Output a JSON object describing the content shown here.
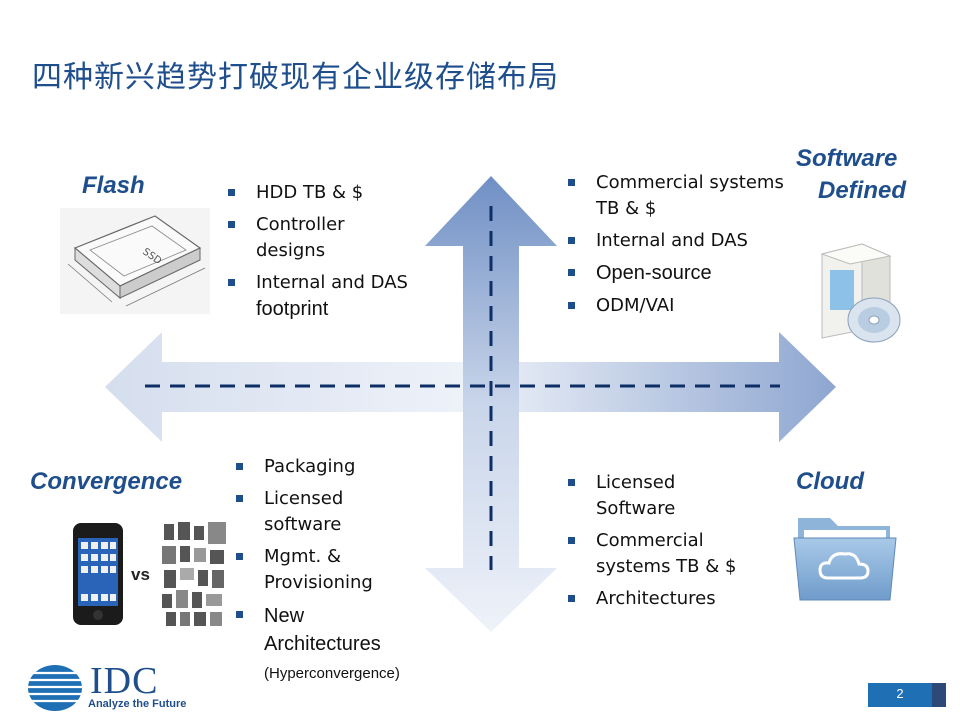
{
  "title": "四种新兴趋势打破现有企业级存储布局",
  "quadrants": {
    "top_left": {
      "label": "Flash",
      "bullets": [
        {
          "line1": "HDD TB & $",
          "line2": ""
        },
        {
          "line1": "Controller",
          "line2": "designs"
        },
        {
          "line1": "Internal and DAS",
          "line2": "footprint"
        }
      ]
    },
    "top_right": {
      "label_line1": "Software",
      "label_line2": "Defined",
      "bullets": [
        {
          "line1": "Commercial systems",
          "line2": "TB & $"
        },
        {
          "line1": "Internal and DAS",
          "line2": ""
        },
        {
          "line1": "Open-source",
          "line2": ""
        },
        {
          "line1": "ODM/VAI",
          "line2": ""
        }
      ]
    },
    "bottom_left": {
      "label": "Convergence",
      "vs": "vs",
      "bullets": [
        {
          "line1": "Packaging",
          "line2": ""
        },
        {
          "line1": "Licensed",
          "line2": "software"
        },
        {
          "line1": "Mgmt. &",
          "line2": "Provisioning"
        },
        {
          "line1": "New",
          "line2": "Architectures",
          "line3": "(Hyperconvergence)"
        }
      ]
    },
    "bottom_right": {
      "label": "Cloud",
      "bullets": [
        {
          "line1": "Licensed",
          "line2": "Software"
        },
        {
          "line1": "Commercial",
          "line2": "systems TB & $"
        },
        {
          "line1": "Architectures",
          "line2": ""
        }
      ]
    }
  },
  "ssd_text": "SSD",
  "footer": {
    "logo_text": "IDC",
    "tagline": "Analyze the Future",
    "page_number": "2"
  },
  "colors": {
    "title": "#1f4e8c",
    "accent": "#1f6fb5",
    "arrow": "#8fa9d2",
    "dash": "#0e2f66"
  }
}
